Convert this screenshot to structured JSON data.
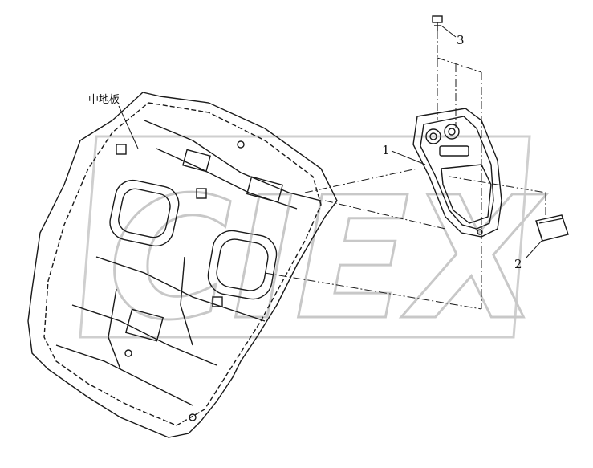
{
  "diagram": {
    "part_labels": {
      "floor": "中地板",
      "p1": "1",
      "p2": "2",
      "p3": "3"
    },
    "watermark_text": "CIEX",
    "colors": {
      "line": "#1a1a1a",
      "watermark": "#c8c8c8",
      "background": "#ffffff"
    }
  }
}
